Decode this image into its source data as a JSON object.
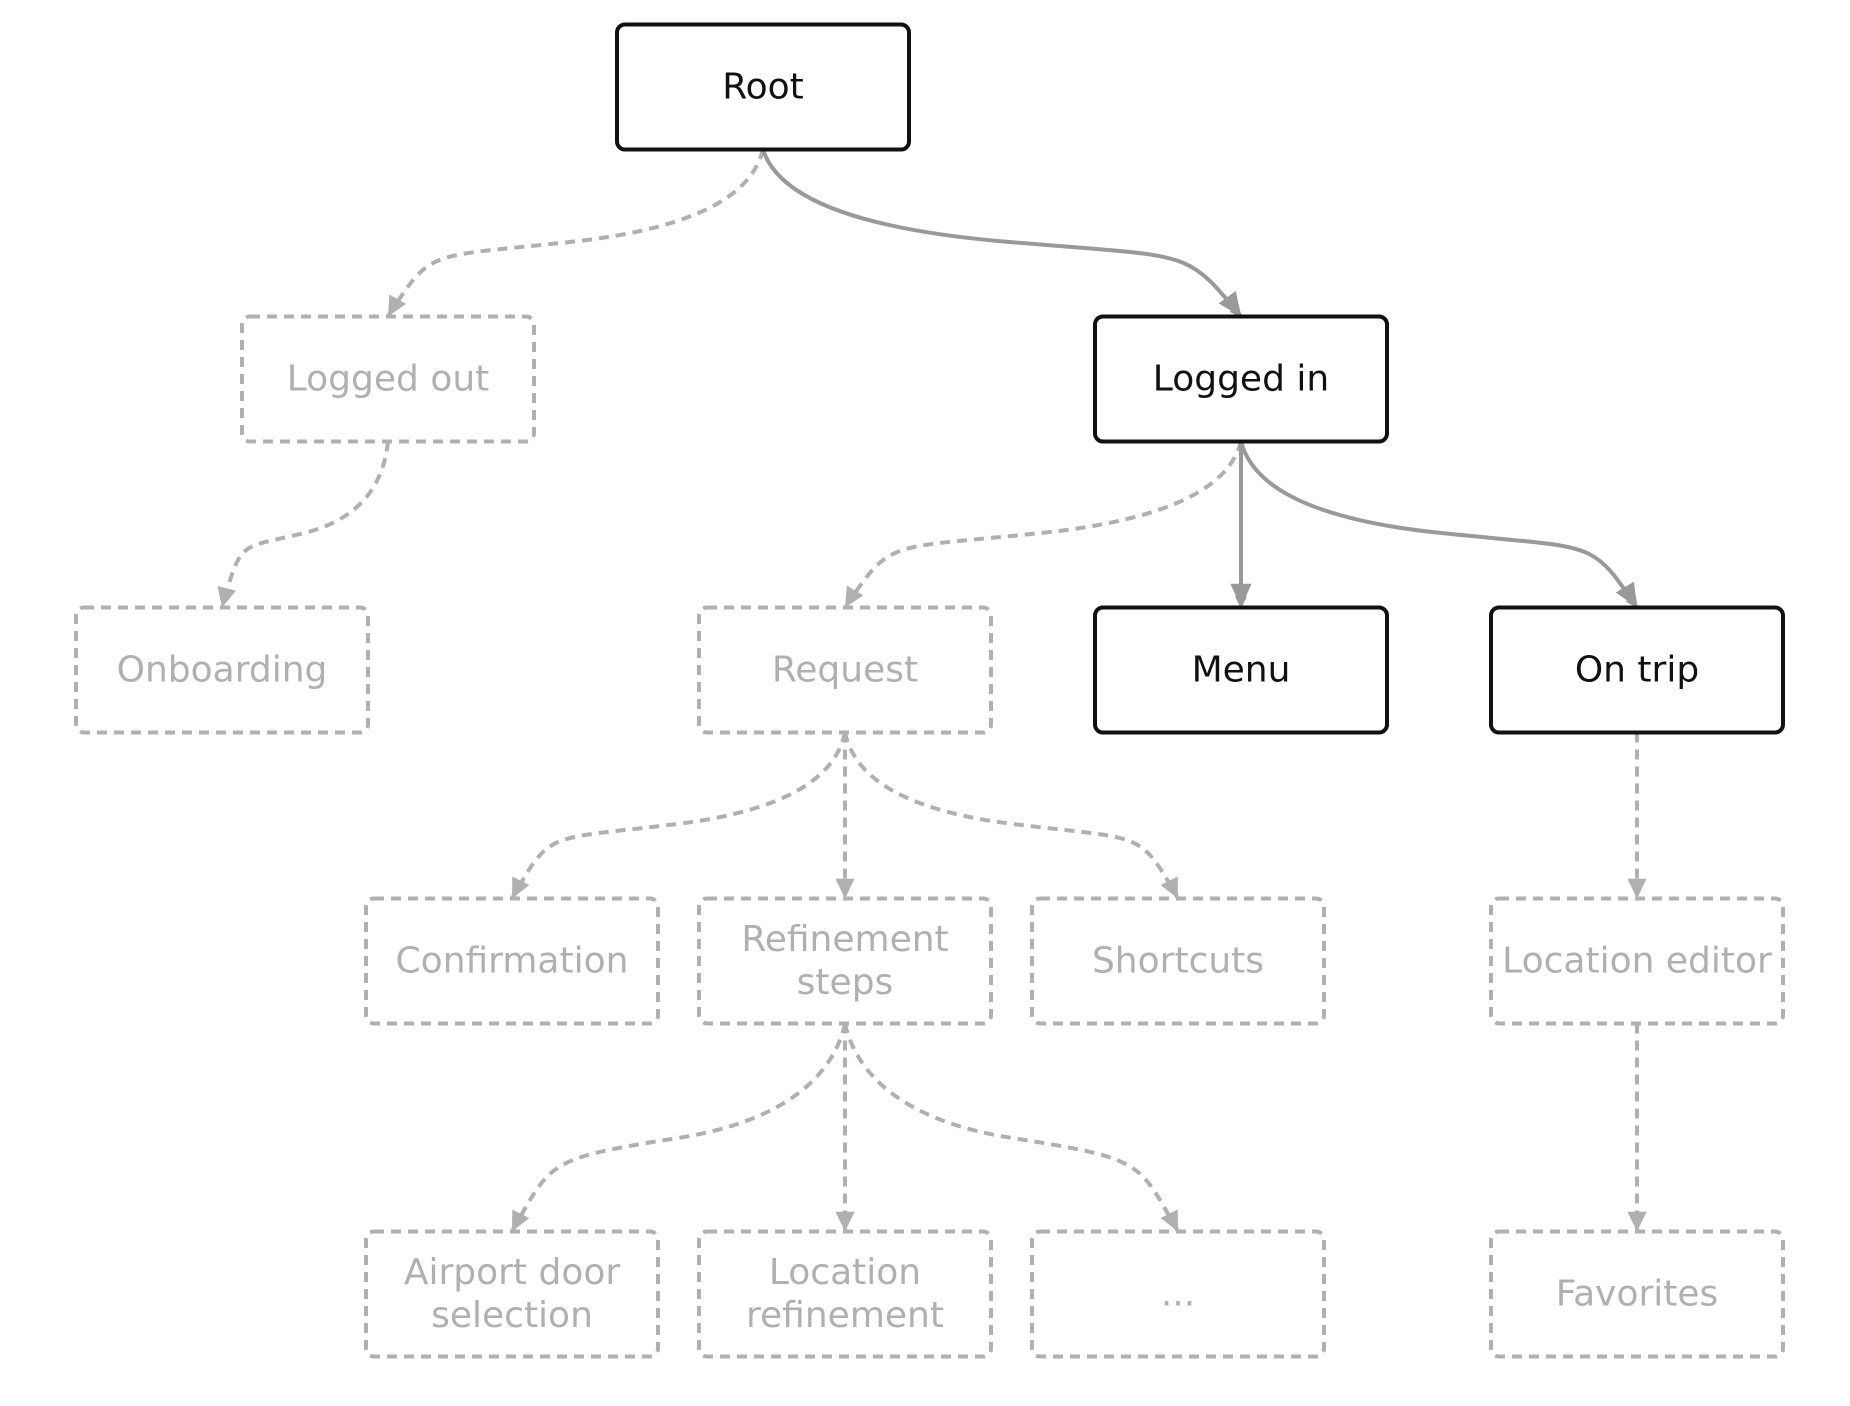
{
  "nodes": [
    {
      "id": "root",
      "lines": [
        "Root"
      ],
      "style": "solid"
    },
    {
      "id": "logged-out",
      "lines": [
        "Logged out"
      ],
      "style": "dashed"
    },
    {
      "id": "logged-in",
      "lines": [
        "Logged in"
      ],
      "style": "solid"
    },
    {
      "id": "onboarding",
      "lines": [
        "Onboarding"
      ],
      "style": "dashed"
    },
    {
      "id": "request",
      "lines": [
        "Request"
      ],
      "style": "dashed"
    },
    {
      "id": "menu",
      "lines": [
        "Menu"
      ],
      "style": "solid"
    },
    {
      "id": "on-trip",
      "lines": [
        "On trip"
      ],
      "style": "solid"
    },
    {
      "id": "confirmation",
      "lines": [
        "Confirmation"
      ],
      "style": "dashed"
    },
    {
      "id": "refinement-steps",
      "lines": [
        "Refinement",
        "steps"
      ],
      "style": "dashed"
    },
    {
      "id": "shortcuts",
      "lines": [
        "Shortcuts"
      ],
      "style": "dashed"
    },
    {
      "id": "location-editor",
      "lines": [
        "Location editor"
      ],
      "style": "dashed"
    },
    {
      "id": "airport-door-selection",
      "lines": [
        "Airport door",
        "selection"
      ],
      "style": "dashed"
    },
    {
      "id": "location-refinement",
      "lines": [
        "Location",
        "refinement"
      ],
      "style": "dashed"
    },
    {
      "id": "ellipsis",
      "lines": [
        "..."
      ],
      "style": "dashed"
    },
    {
      "id": "favorites",
      "lines": [
        "Favorites"
      ],
      "style": "dashed"
    }
  ],
  "edges": [
    {
      "from": "root",
      "to": "logged-out",
      "style": "dashed"
    },
    {
      "from": "root",
      "to": "logged-in",
      "style": "solid"
    },
    {
      "from": "logged-out",
      "to": "onboarding",
      "style": "dashed"
    },
    {
      "from": "logged-in",
      "to": "request",
      "style": "dashed"
    },
    {
      "from": "logged-in",
      "to": "menu",
      "style": "solid"
    },
    {
      "from": "logged-in",
      "to": "on-trip",
      "style": "solid"
    },
    {
      "from": "request",
      "to": "confirmation",
      "style": "dashed"
    },
    {
      "from": "request",
      "to": "refinement-steps",
      "style": "dashed"
    },
    {
      "from": "request",
      "to": "shortcuts",
      "style": "dashed"
    },
    {
      "from": "refinement-steps",
      "to": "airport-door-selection",
      "style": "dashed"
    },
    {
      "from": "refinement-steps",
      "to": "location-refinement",
      "style": "dashed"
    },
    {
      "from": "refinement-steps",
      "to": "ellipsis",
      "style": "dashed"
    },
    {
      "from": "on-trip",
      "to": "location-editor",
      "style": "dashed"
    },
    {
      "from": "location-editor",
      "to": "favorites",
      "style": "dashed"
    }
  ],
  "colors": {
    "solid_border": "#111111",
    "dashed_border": "#b0b0b0",
    "solid_edge": "#999999",
    "dashed_edge": "#b0b0b0"
  }
}
